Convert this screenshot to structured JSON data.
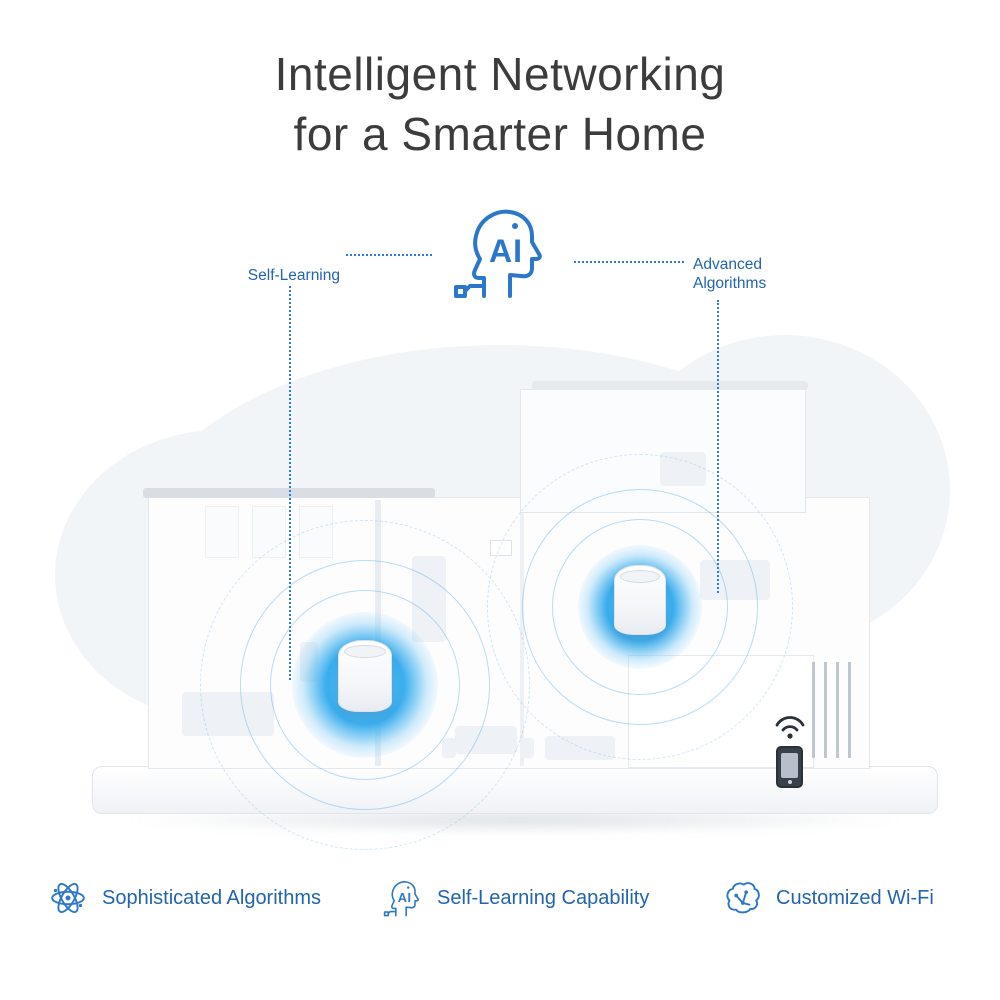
{
  "title": {
    "line1": "Intelligent Networking",
    "line2": "for a Smarter Home"
  },
  "ai_icon": {
    "label": "AI"
  },
  "callouts": {
    "left": {
      "label": "Self-Learning"
    },
    "right": {
      "line1": "Advanced",
      "line2": "Algorithms"
    }
  },
  "features": [
    {
      "icon": "atom-icon",
      "label": "Sophisticated Algorithms"
    },
    {
      "icon": "ai-head-icon",
      "label": "Self-Learning Capability"
    },
    {
      "icon": "brain-circuit-icon",
      "label": "Customized Wi-Fi"
    }
  ],
  "colors": {
    "accent_blue": "#2264ae",
    "icon_stroke_blue": "#2b77c9",
    "glow_blue": "#3aaeee",
    "title_gray": "#3c3c3c"
  }
}
